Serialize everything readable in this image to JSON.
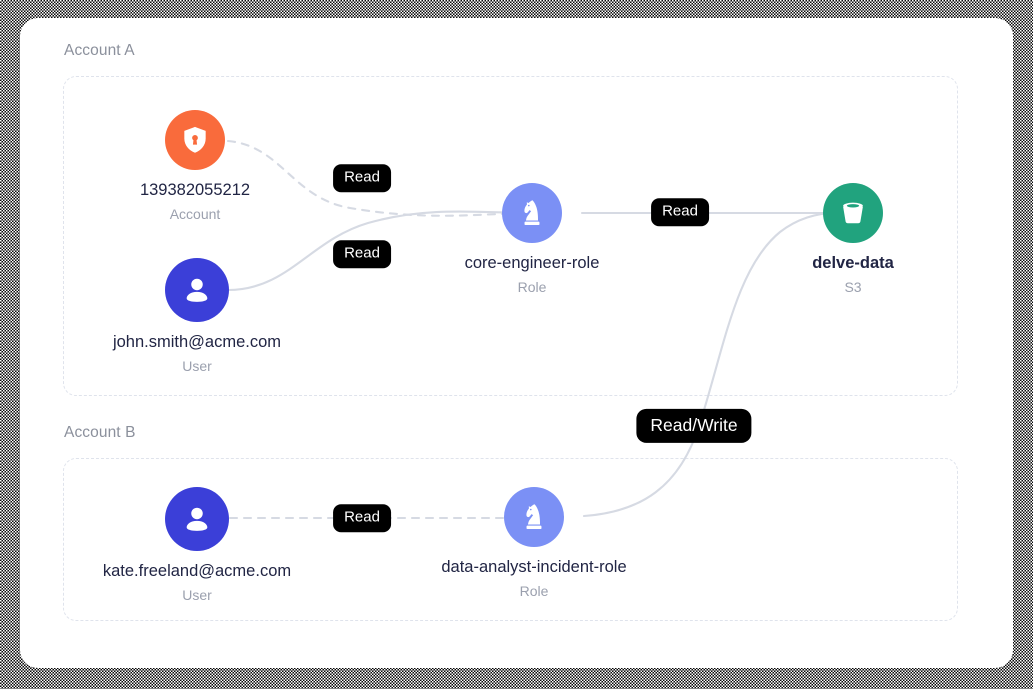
{
  "canvas": {
    "background": "#ffffff",
    "edge_color": "#d6dae3",
    "pill_bg": "#000000",
    "pill_fg": "#ffffff",
    "container_border": "#dfe3ec"
  },
  "groups": [
    {
      "label": "Account A"
    },
    {
      "label": "Account B"
    }
  ],
  "nodes": [
    {
      "id": "account",
      "icon": "shield-lock-icon",
      "title": "139382055212",
      "subtitle": "Account",
      "color": "#f96b3c",
      "bold": false
    },
    {
      "id": "user-john",
      "icon": "user-icon",
      "title": "john.smith@acme.com",
      "subtitle": "User",
      "color": "#3b3fd8",
      "bold": false
    },
    {
      "id": "role-core-engineer",
      "icon": "chess-knight-icon",
      "title": "core-engineer-role",
      "subtitle": "Role",
      "color": "#7b90f5",
      "bold": false
    },
    {
      "id": "bucket-delve-data",
      "icon": "bucket-icon",
      "title": "delve-data",
      "subtitle": "S3",
      "color": "#21a37e",
      "bold": true
    },
    {
      "id": "user-kate",
      "icon": "user-icon",
      "title": "kate.freeland@acme.com",
      "subtitle": "User",
      "color": "#3b3fd8",
      "bold": false
    },
    {
      "id": "role-data-analyst",
      "icon": "chess-knight-icon",
      "title": "data-analyst-incident-role",
      "subtitle": "Role",
      "color": "#7b90f5",
      "bold": false
    }
  ],
  "edges": [
    {
      "id": "account-to-role",
      "label": "Read",
      "style": "dashed"
    },
    {
      "id": "john-to-role",
      "label": "Read",
      "style": "solid"
    },
    {
      "id": "role-to-bucket",
      "label": "Read",
      "style": "solid"
    },
    {
      "id": "kate-to-analyst-role",
      "label": "Read",
      "style": "dashed"
    },
    {
      "id": "analyst-role-to-bucket",
      "label": "Read/Write",
      "style": "solid"
    }
  ]
}
